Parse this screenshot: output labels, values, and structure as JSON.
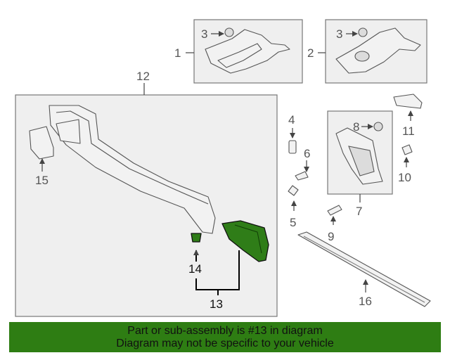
{
  "callouts": {
    "c1": "1",
    "c2": "2",
    "c3a": "3",
    "c3b": "3",
    "c4": "4",
    "c5": "5",
    "c6": "6",
    "c7": "7",
    "c8": "8",
    "c9": "9",
    "c10": "10",
    "c11": "11",
    "c12": "12",
    "c13": "13",
    "c14": "14",
    "c15": "15",
    "c16": "16"
  },
  "highlight": {
    "part_number": "13",
    "color": "#2e7d13"
  },
  "banner": {
    "line1": "Part or sub-assembly is #13 in diagram",
    "line2": "Diagram may not be specific to your vehicle"
  }
}
